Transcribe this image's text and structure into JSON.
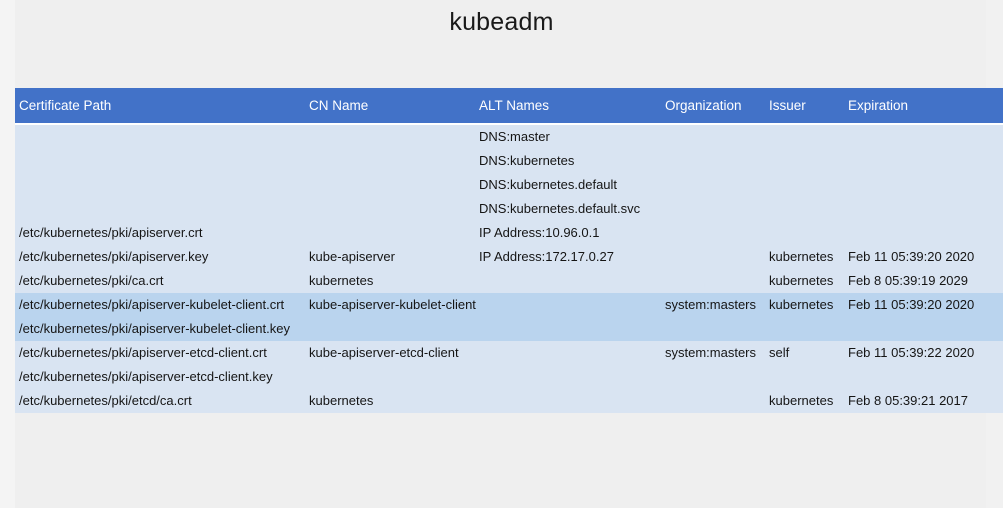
{
  "slide": {
    "title": "kubeadm",
    "background_color": "#efefef"
  },
  "table": {
    "header_color": "#4272c8",
    "row_color_a": "#d9e4f2",
    "row_color_b": "#bad4ee",
    "columns": [
      "Certificate Path",
      "CN Name",
      "ALT Names",
      "Organization",
      "Issuer",
      "Expiration"
    ],
    "rows": [
      {
        "path": "/etc/kubernetes/pki/apiserver.crt\n/etc/kubernetes/pki/apiserver.key",
        "cn": "kube-apiserver",
        "alt": "DNS:master\nDNS:kubernetes\nDNS:kubernetes.default\nDNS:kubernetes.default.svc\nIP Address:10.96.0.1\nIP Address:172.17.0.27",
        "org": "",
        "issuer": "kubernetes",
        "expiration": "Feb 11 05:39:20 2020"
      },
      {
        "path": "/etc/kubernetes/pki/ca.crt",
        "cn": "kubernetes",
        "alt": "",
        "org": "",
        "issuer": "kubernetes",
        "expiration": "Feb  8 05:39:19 2029"
      },
      {
        "path": "/etc/kubernetes/pki/apiserver-kubelet-client.crt\n/etc/kubernetes/pki/apiserver-kubelet-client.key",
        "cn": "kube-apiserver-kubelet-client",
        "alt": "",
        "org": "system:masters",
        "issuer": "kubernetes",
        "expiration": "Feb 11 05:39:20 2020"
      },
      {
        "path": "/etc/kubernetes/pki/apiserver-etcd-client.crt\n/etc/kubernetes/pki/apiserver-etcd-client.key",
        "cn": "kube-apiserver-etcd-client",
        "alt": "",
        "org": "system:masters",
        "issuer": "self",
        "expiration": "Feb 11 05:39:22 2020"
      },
      {
        "path": "/etc/kubernetes/pki/etcd/ca.crt",
        "cn": "kubernetes",
        "alt": "",
        "org": "",
        "issuer": "kubernetes",
        "expiration": "Feb  8 05:39:21 2017"
      }
    ]
  }
}
